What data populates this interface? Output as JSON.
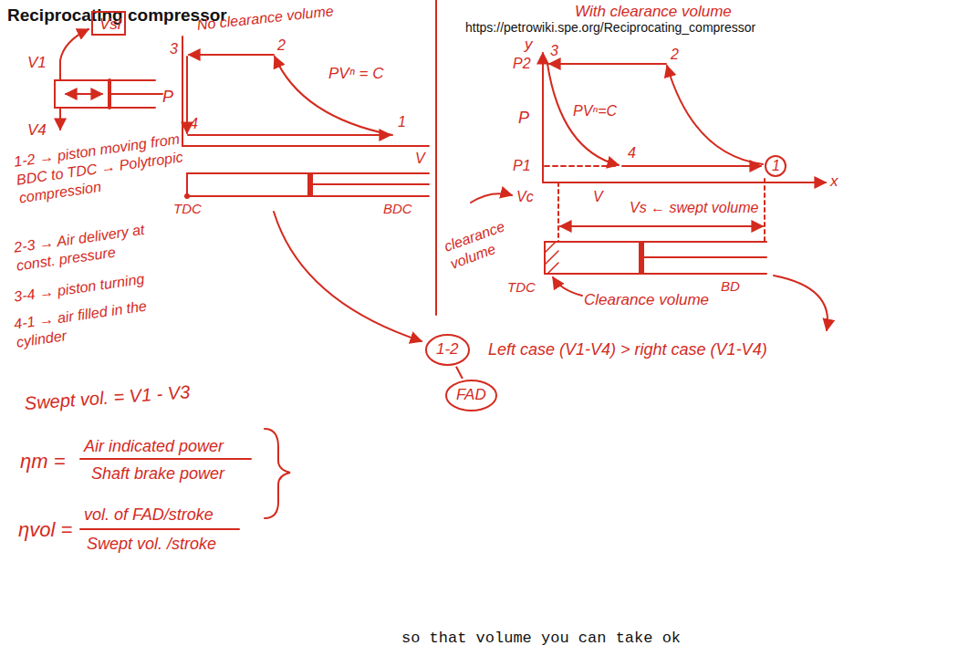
{
  "diagram": {
    "title": "Reciprocating compressor",
    "caption": "so that volume you can take ok",
    "nodes": [
      {
        "text": [
          "Vsl"
        ]
      },
      {
        "text": [
          "1-2"
        ]
      },
      {
        "text": [
          "FAD"
        ]
      }
    ],
    "edges": [
      {
        "from": 1,
        "to": 2,
        "arrow": "none"
      }
    ],
    "labels": [
      "With clearance volume",
      "https://petrowiki.spe.org/Reciprocating_compressor",
      "No clearance volume",
      "V1",
      "V4",
      "P",
      "3",
      "2",
      "PVⁿ = C",
      "1",
      "4",
      "V",
      "TDC",
      "BDC",
      "y",
      "P2",
      "3",
      "2",
      "P",
      "PVⁿ=C",
      "1",
      "4",
      "x",
      "P1",
      "V",
      "Vc",
      "Vs ← swept volume",
      "clearance volume",
      "TDC",
      "BD",
      "Clearance volume",
      "Left case (V1-V4) > right case (V1-V4)",
      "1-2 → piston moving from BDC to TDC → Polytropic compression",
      "2-3 → Air delivery at const. pressure",
      "3-4 → piston turning",
      "4-1 → air filled in the cylinder",
      "Swept vol. = V1 - V3",
      "ηm =",
      "Air indicated power",
      "Shaft brake power",
      "ηvol =",
      "vol. of FAD/stroke",
      "Swept vol. /stroke"
    ]
  }
}
